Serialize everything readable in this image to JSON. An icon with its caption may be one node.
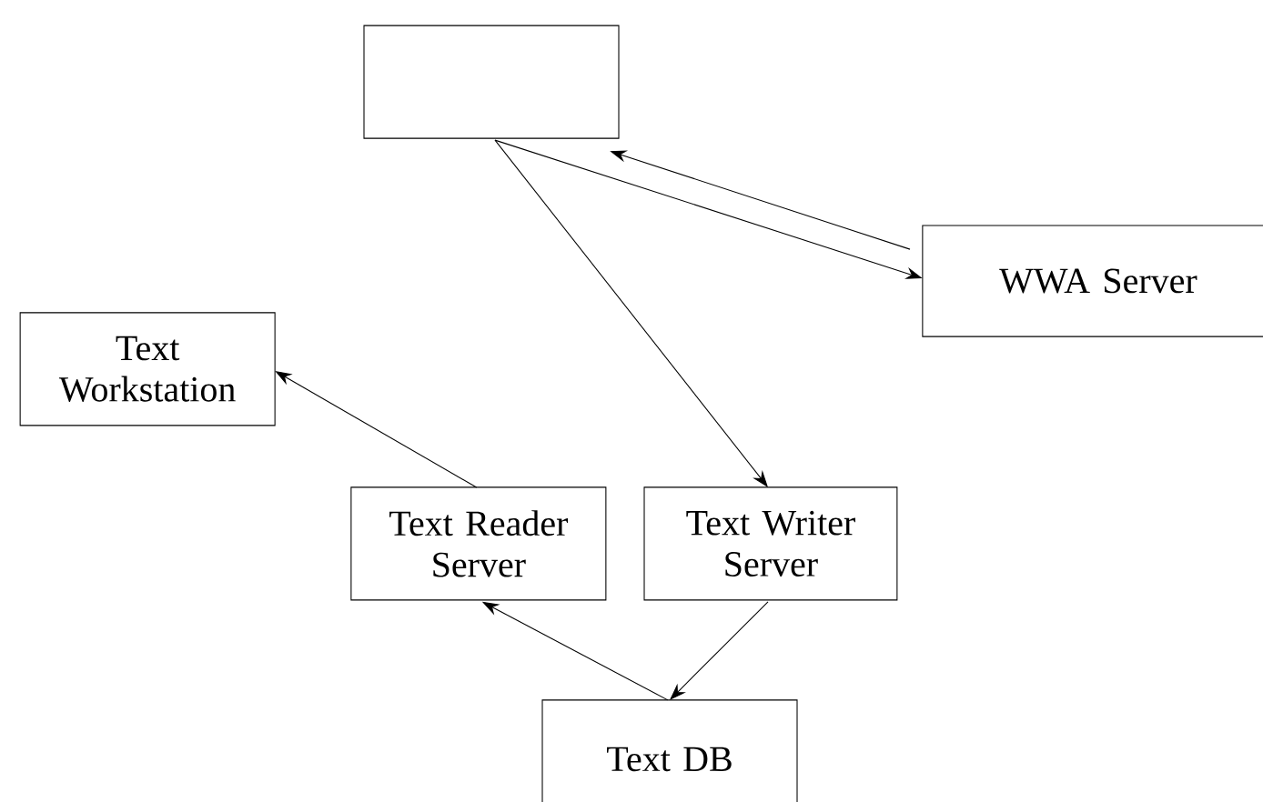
{
  "diagram": {
    "nodes": [
      {
        "text": [],
        "shape": "box"
      },
      {
        "text": [
          "WWA Server"
        ]
      },
      {
        "text": [
          "Text Workstation"
        ]
      },
      {
        "text": [
          "Text Reader Server"
        ]
      },
      {
        "text": [
          "Text Writer Server"
        ]
      },
      {
        "text": [
          "Text DB"
        ]
      }
    ],
    "edges": [
      {
        "from": 0,
        "to": 1,
        "arrow": "to"
      },
      {
        "from": 1,
        "to": 0,
        "arrow": "to"
      },
      {
        "from": 0,
        "to": 4,
        "arrow": "to"
      },
      {
        "from": 3,
        "to": 2,
        "arrow": "to"
      },
      {
        "from": 5,
        "to": 3,
        "arrow": "to"
      },
      {
        "from": 4,
        "to": 5,
        "arrow": "to"
      }
    ]
  }
}
